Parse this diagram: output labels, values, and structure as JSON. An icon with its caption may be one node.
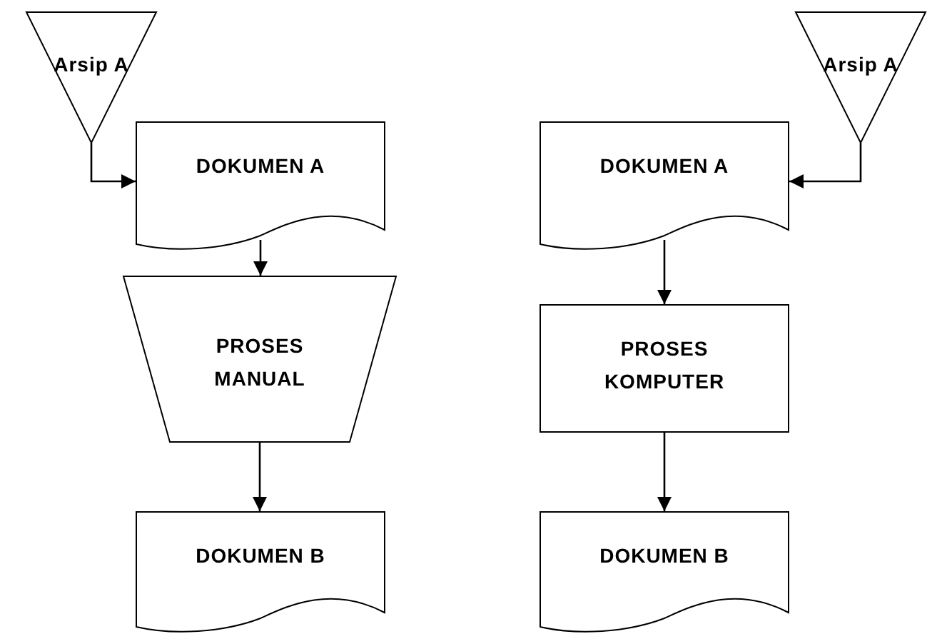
{
  "diagram": {
    "nodes": [
      {
        "text": [
          "Arsip A"
        ]
      },
      {
        "text": [
          "DOKUMEN A"
        ]
      },
      {
        "text": [
          "PROSES MANUAL"
        ]
      },
      {
        "text": [
          "DOKUMEN B"
        ]
      },
      {
        "text": [
          "Arsip A"
        ]
      },
      {
        "text": [
          "DOKUMEN A"
        ]
      },
      {
        "text": [
          "PROSES KOMPUTER"
        ]
      },
      {
        "text": [
          "DOKUMEN B"
        ]
      }
    ],
    "edges": [
      {
        "from": 0,
        "to": 1,
        "arrow": "to"
      },
      {
        "from": 1,
        "to": 2,
        "arrow": "to"
      },
      {
        "from": 2,
        "to": 3,
        "arrow": "to"
      },
      {
        "from": 4,
        "to": 5,
        "arrow": "to"
      },
      {
        "from": 5,
        "to": 6,
        "arrow": "to"
      },
      {
        "from": 6,
        "to": 7,
        "arrow": "to"
      }
    ]
  }
}
